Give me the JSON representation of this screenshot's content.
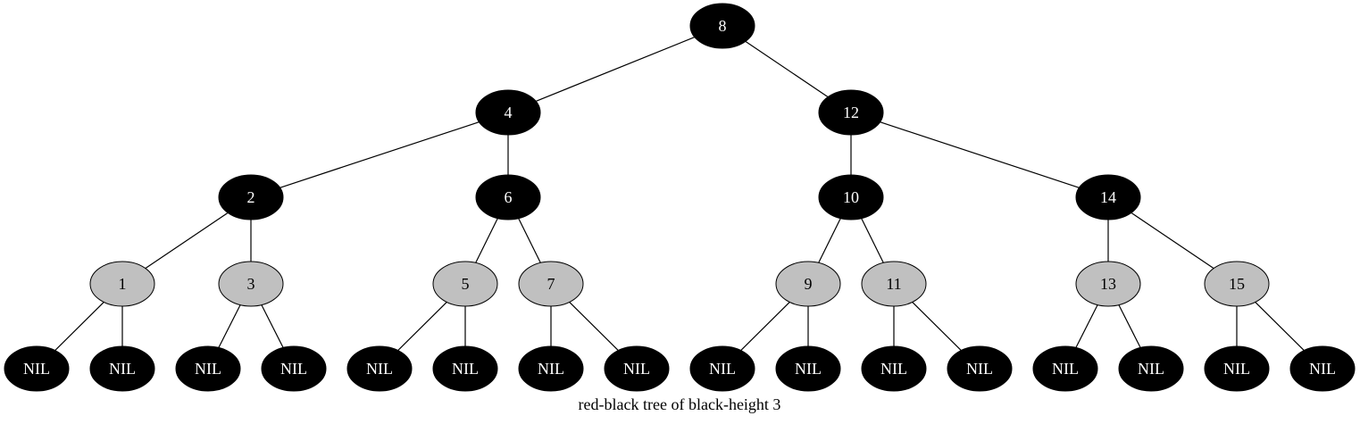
{
  "caption": "red-black tree of black-height 3",
  "colors": {
    "black_node": "#000000",
    "red_node": "#c0c0c0",
    "black_label": "#ffffff",
    "red_label": "#000000"
  },
  "nodes": [
    {
      "id": "n8",
      "label": "8",
      "color": "black"
    },
    {
      "id": "n4",
      "label": "4",
      "color": "black"
    },
    {
      "id": "n12",
      "label": "12",
      "color": "black"
    },
    {
      "id": "n2",
      "label": "2",
      "color": "black"
    },
    {
      "id": "n6",
      "label": "6",
      "color": "black"
    },
    {
      "id": "n10",
      "label": "10",
      "color": "black"
    },
    {
      "id": "n14",
      "label": "14",
      "color": "black"
    },
    {
      "id": "n1",
      "label": "1",
      "color": "red"
    },
    {
      "id": "n3",
      "label": "3",
      "color": "red"
    },
    {
      "id": "n5",
      "label": "5",
      "color": "red"
    },
    {
      "id": "n7",
      "label": "7",
      "color": "red"
    },
    {
      "id": "n9",
      "label": "9",
      "color": "red"
    },
    {
      "id": "n11",
      "label": "11",
      "color": "red"
    },
    {
      "id": "n13",
      "label": "13",
      "color": "red"
    },
    {
      "id": "n15",
      "label": "15",
      "color": "red"
    },
    {
      "id": "nil1",
      "label": "NIL",
      "color": "black"
    },
    {
      "id": "nil2",
      "label": "NIL",
      "color": "black"
    },
    {
      "id": "nil3",
      "label": "NIL",
      "color": "black"
    },
    {
      "id": "nil4",
      "label": "NIL",
      "color": "black"
    },
    {
      "id": "nil5",
      "label": "NIL",
      "color": "black"
    },
    {
      "id": "nil6",
      "label": "NIL",
      "color": "black"
    },
    {
      "id": "nil7",
      "label": "NIL",
      "color": "black"
    },
    {
      "id": "nil8",
      "label": "NIL",
      "color": "black"
    },
    {
      "id": "nil9",
      "label": "NIL",
      "color": "black"
    },
    {
      "id": "nil10",
      "label": "NIL",
      "color": "black"
    },
    {
      "id": "nil11",
      "label": "NIL",
      "color": "black"
    },
    {
      "id": "nil12",
      "label": "NIL",
      "color": "black"
    },
    {
      "id": "nil13",
      "label": "NIL",
      "color": "black"
    },
    {
      "id": "nil14",
      "label": "NIL",
      "color": "black"
    },
    {
      "id": "nil15",
      "label": "NIL",
      "color": "black"
    },
    {
      "id": "nil16",
      "label": "NIL",
      "color": "black"
    }
  ],
  "edges": [
    [
      "n8",
      "n4"
    ],
    [
      "n8",
      "n12"
    ],
    [
      "n4",
      "n2"
    ],
    [
      "n4",
      "n6"
    ],
    [
      "n12",
      "n10"
    ],
    [
      "n12",
      "n14"
    ],
    [
      "n2",
      "n1"
    ],
    [
      "n2",
      "n3"
    ],
    [
      "n6",
      "n5"
    ],
    [
      "n6",
      "n7"
    ],
    [
      "n10",
      "n9"
    ],
    [
      "n10",
      "n11"
    ],
    [
      "n14",
      "n13"
    ],
    [
      "n14",
      "n15"
    ],
    [
      "n1",
      "nil1"
    ],
    [
      "n1",
      "nil2"
    ],
    [
      "n3",
      "nil3"
    ],
    [
      "n3",
      "nil4"
    ],
    [
      "n5",
      "nil5"
    ],
    [
      "n5",
      "nil6"
    ],
    [
      "n7",
      "nil7"
    ],
    [
      "n7",
      "nil8"
    ],
    [
      "n9",
      "nil9"
    ],
    [
      "n9",
      "nil10"
    ],
    [
      "n11",
      "nil11"
    ],
    [
      "n11",
      "nil12"
    ],
    [
      "n13",
      "nil13"
    ],
    [
      "n13",
      "nil14"
    ],
    [
      "n15",
      "nil15"
    ],
    [
      "n15",
      "nil16"
    ]
  ]
}
